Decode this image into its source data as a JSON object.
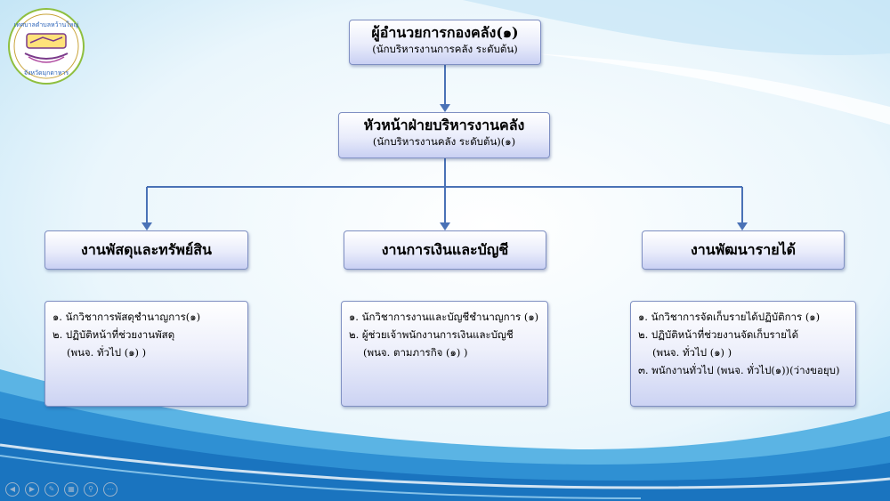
{
  "top": {
    "title": "ผู้อำนวยการกองคลัง(๑)",
    "subtitle": "(นักบริหารงานการคลัง ระดับต้น)"
  },
  "head": {
    "title": "หัวหน้าฝ่ายบริหารงานคลัง",
    "subtitle": "(นักบริหารงานคลัง ระดับต้น)(๑)"
  },
  "sections": [
    {
      "title": "งานพัสดุและทรัพย์สิน",
      "lines": [
        "๑. นักวิชาการพัสดุชำนาญการ(๑)",
        "๒. ปฏิบัติหน้าที่ช่วยงานพัสดุ",
        "(พนจ. ทั่วไป (๑) )"
      ]
    },
    {
      "title": "งานการเงินและบัญชี",
      "lines": [
        "๑. นักวิชาการงานและบัญชีชำนาญการ (๑)",
        "๒. ผู้ช่วยเจ้าพนักงานการเงินและบัญชี",
        "(พนจ. ตามภารกิจ (๑) )"
      ]
    },
    {
      "title": "งานพัฒนารายได้",
      "lines": [
        "๑. นักวิชาการจัดเก็บรายได้ปฏิบัติการ (๑)",
        "๒. ปฏิบัติหน้าที่ช่วยงานจัดเก็บรายได้",
        "(พนจ. ทั่วไป (๑) )",
        "๓. พนักงานทั่วไป (พนจ. ทั่วไป(๑))(ว่างขอยุบ)"
      ]
    }
  ],
  "logo": {
    "text_top": "เทศบาลตำบลหว้านใหญ่",
    "text_bottom": "จังหวัดมุกดาหาร"
  },
  "colors": {
    "connector": "#4a72b6",
    "box_border": "#7f8fc2",
    "background": "#dff0fa"
  },
  "controls": [
    "prev-icon",
    "next-icon",
    "pen-icon",
    "slides-icon",
    "zoom-icon",
    "more-icon"
  ]
}
